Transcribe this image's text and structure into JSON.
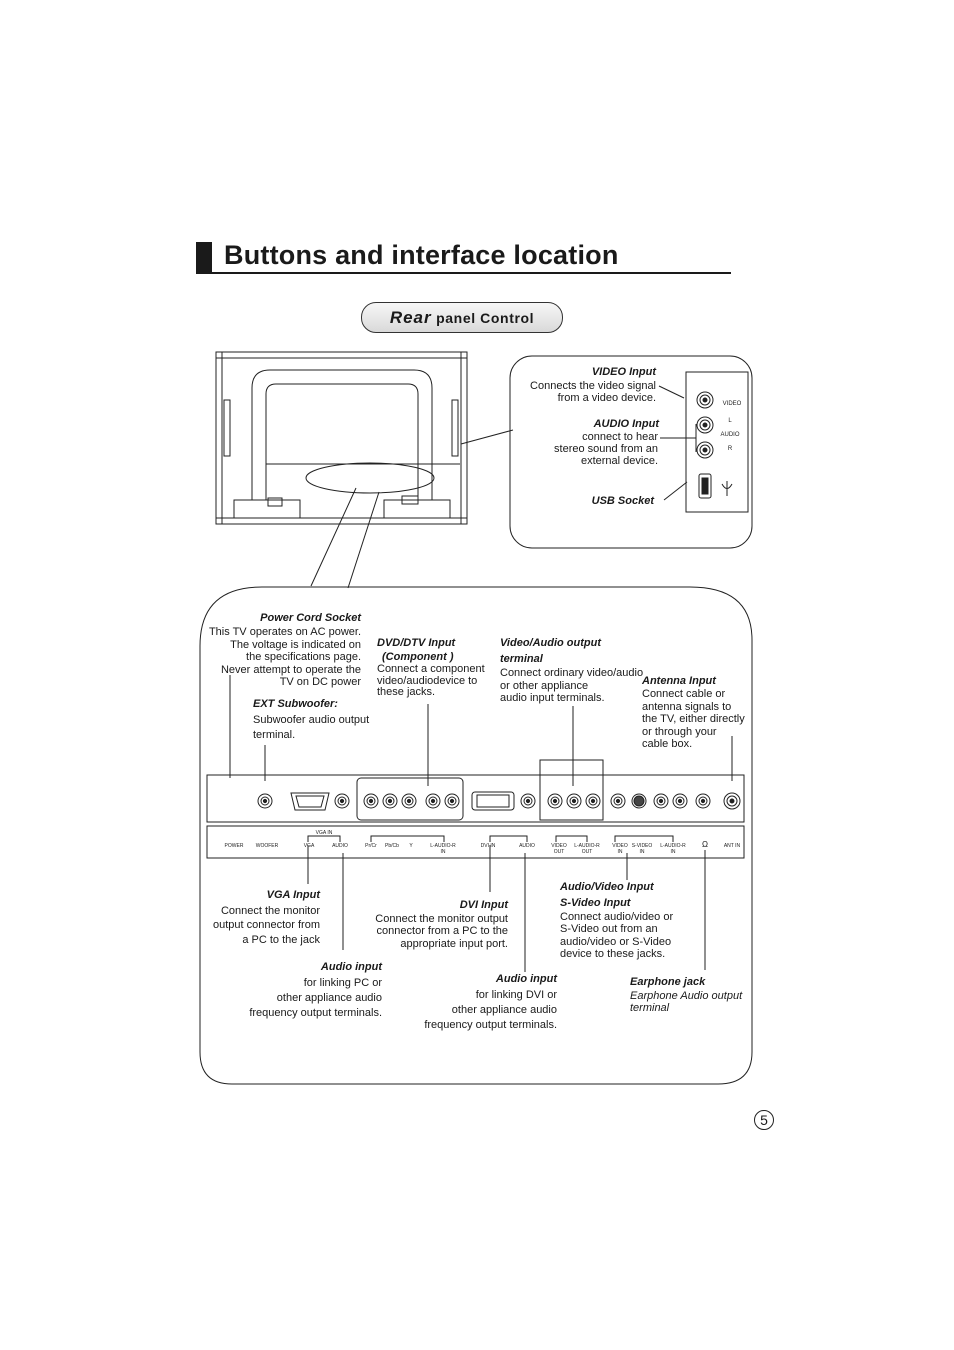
{
  "header": {
    "title": "Buttons and interface location"
  },
  "badge": {
    "rear": "Rear",
    "panel_control": " panel Control"
  },
  "inset": {
    "video_input": {
      "label": "VIDEO Input",
      "lines": [
        "Connects the video signal",
        "from a video device."
      ]
    },
    "audio_input": {
      "label": "AUDIO Input",
      "lines": [
        "connect to hear",
        "stereo sound from an",
        "external device."
      ]
    },
    "usb_socket": {
      "label": "USB Socket"
    },
    "jack_labels": {
      "video": "VIDEO",
      "l": "L",
      "audio": "AUDIO",
      "r": "R"
    }
  },
  "callouts": {
    "power_cord": {
      "label": "Power Cord Socket",
      "lines": [
        "This TV operates on AC power.",
        "The voltage is indicated on",
        "the specifications page.",
        "Never attempt to operate the",
        "TV on DC  power"
      ]
    },
    "ext_subwoofer": {
      "label": "EXT Subwoofer:",
      "lines": [
        "Subwoofer audio output",
        "terminal."
      ]
    },
    "dvd_dtv": {
      "label": "DVD/DTV Input",
      "label2": "(Component )",
      "lines": [
        "Connect a component",
        "video/audiodevice to",
        "these jacks."
      ]
    },
    "video_audio_output": {
      "label": "Video/Audio output",
      "label2": "terminal",
      "lines": [
        "Connect ordinary video/audio",
        " or other appliance",
        "audio input terminals."
      ]
    },
    "antenna": {
      "label": "Antenna Input",
      "lines": [
        "Connect cable or",
        "antenna signals to",
        "the TV, either directly",
        "or through your",
        "cable box."
      ]
    },
    "vga": {
      "label": "VGA Input",
      "lines": [
        "Connect the monitor",
        "output connector from",
        "a PC to the jack"
      ]
    },
    "audio_input_pc": {
      "label": "Audio input",
      "lines": [
        "for linking PC or",
        "other appliance audio",
        "frequency output terminals."
      ]
    },
    "dvi": {
      "label": "DVI Input",
      "lines": [
        "Connect the monitor output",
        "connector from a PC to the",
        "appropriate input port."
      ]
    },
    "audio_input_dvi": {
      "label": "Audio input",
      "lines": [
        "for linking DVI or",
        "other appliance audio",
        "frequency output terminals."
      ]
    },
    "av_input": {
      "label": "Audio/Video Input",
      "label2": "S-Video Input",
      "lines": [
        "Connect audio/video or",
        "S-Video out from an",
        "audio/video or S-Video",
        "device  to these jacks."
      ]
    },
    "earphone": {
      "label": "Earphone jack",
      "lines": [
        "Earphone Audio output",
        "terminal"
      ]
    }
  },
  "panel_labels": {
    "power": "POWER",
    "woofer": "WOOFER",
    "vga_in": "VGA IN",
    "vga": "VGA",
    "audio1": "AUDIO",
    "pr_cr": "Pr/Cr",
    "pb_cb": "Pb/Cb",
    "y": "Y",
    "l_audio_r_1": "L-AUDIO-R",
    "in1": "IN",
    "dvi_in": "DVI IN",
    "audio2": "AUDIO",
    "video": "VIDEO",
    "out1": "OUT",
    "l_audio_r_2": "L-AUDIO-R",
    "out2": "OUT",
    "video2": "VIDEO",
    "in2": "IN",
    "s_video": "S-VIDEO",
    "in3": "IN",
    "l_audio_r_3": "L-AUDIO-R",
    "in4": "IN",
    "earphone_symbol": "Ω",
    "ant_in": "ANT IN"
  },
  "page_number": "5"
}
